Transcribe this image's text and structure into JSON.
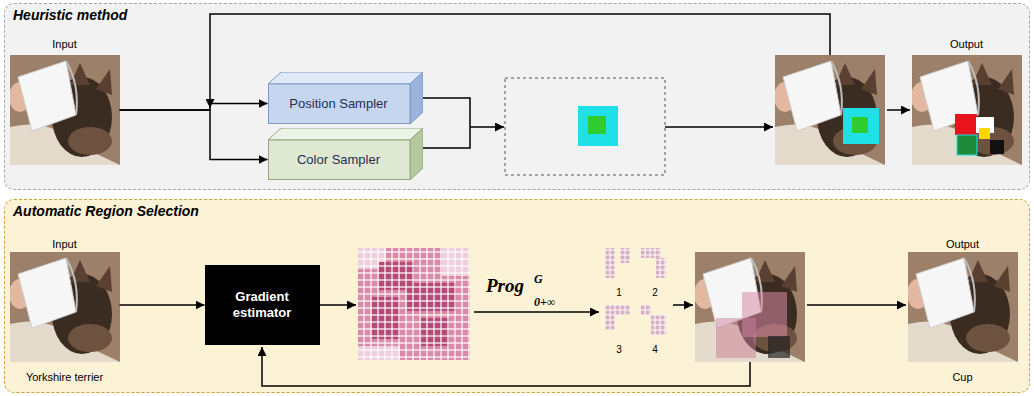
{
  "diagram": {
    "nodes": [
      {
        "text": [
          "Heuristic method"
        ]
      },
      {
        "text": [
          "Input"
        ],
        "in": 0
      },
      {
        "text": [
          "Position Sampler"
        ],
        "in": 0
      },
      {
        "text": [
          "Color Sampler"
        ],
        "in": 0
      },
      {
        "text": [
          "Output"
        ],
        "in": 0
      },
      {
        "text": [
          "Automatic Region Selection"
        ]
      },
      {
        "text": [
          "Input",
          "Yorkshire terrier"
        ],
        "in": 5
      },
      {
        "text": [
          "Gradient estimator"
        ],
        "in": 5
      },
      {
        "text": [
          "Output",
          "Cup"
        ],
        "in": 5
      }
    ],
    "edges": [
      {
        "from": 1,
        "to": 2,
        "arrow": "to"
      },
      {
        "from": 1,
        "to": 3,
        "arrow": "to"
      },
      {
        "from": 6,
        "to": 7,
        "arrow": "to"
      }
    ],
    "labels": [
      "Prog",
      "G",
      "0+∞",
      "1",
      "2",
      "3",
      "4"
    ]
  }
}
